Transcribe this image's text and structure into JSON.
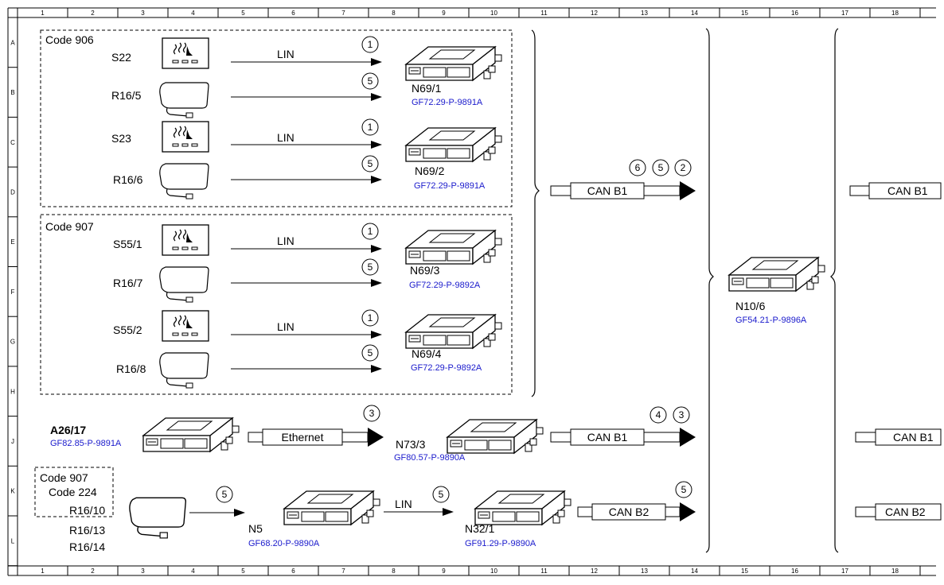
{
  "grid": {
    "columns": [
      "1",
      "2",
      "3",
      "4",
      "5",
      "6",
      "7",
      "8",
      "9",
      "10",
      "11",
      "12",
      "13",
      "14",
      "15",
      "16",
      "17",
      "18"
    ],
    "rows": [
      "A",
      "B",
      "C",
      "D",
      "E",
      "F",
      "G",
      "H",
      "J",
      "K",
      "L"
    ]
  },
  "groups": [
    {
      "label": "Code 906"
    },
    {
      "label": "Code 907"
    },
    {
      "label": "Code 907",
      "label2": "Code 224"
    }
  ],
  "components": {
    "s22": "S22",
    "r16_5": "R16/5",
    "s23": "S23",
    "r16_6": "R16/6",
    "s55_1": "S55/1",
    "r16_7": "R16/7",
    "s55_2": "S55/2",
    "r16_8": "R16/8",
    "r16_10": "R16/10",
    "r16_13": "R16/13",
    "r16_14": "R16/14",
    "n69_1": "N69/1",
    "n69_1_ref": "GF72.29-P-9891A",
    "n69_2": "N69/2",
    "n69_2_ref": "GF72.29-P-9891A",
    "n69_3": "N69/3",
    "n69_3_ref": "GF72.29-P-9892A",
    "n69_4": "N69/4",
    "n69_4_ref": "GF72.29-P-9892A",
    "a26_17": "A26/17",
    "a26_17_ref": "GF82.85-P-9891A",
    "n73_3": "N73/3",
    "n73_3_ref": "GF80.57-P-9890A",
    "n5": "N5",
    "n5_ref": "GF68.20-P-9890A",
    "n32_1": "N32/1",
    "n32_1_ref": "GF91.29-P-9890A",
    "n10_6": "N10/6",
    "n10_6_ref": "GF54.21-P-9896A"
  },
  "connections": {
    "lin": "LIN",
    "ethernet": "Ethernet",
    "can_b1": "CAN B1",
    "can_b2": "CAN B2"
  },
  "markers": {
    "m1": "1",
    "m2": "2",
    "m3": "3",
    "m4": "4",
    "m5": "5",
    "m6": "6"
  }
}
